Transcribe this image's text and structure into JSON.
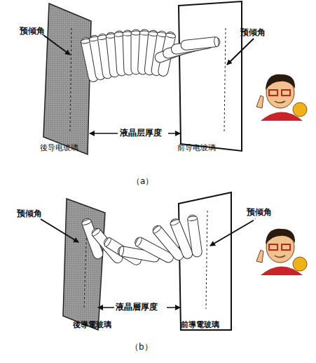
{
  "diagram": {
    "labels": [
      "预倾角",
      "预倾角",
      "液晶层厚度",
      "後导电玻璃",
      "前导电玻璃",
      "（a）",
      "预倾角",
      "预倾角",
      "液晶層厚度",
      "後導電玻璃",
      "前導電玻璃",
      "（b）"
    ]
  }
}
